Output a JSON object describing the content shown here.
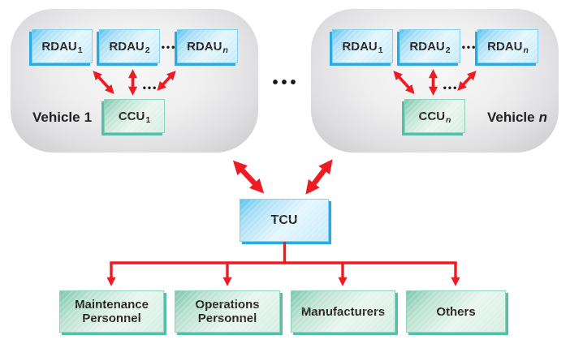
{
  "vehicles": [
    {
      "label_base": "Vehicle",
      "label_num": "1",
      "rdau": [
        {
          "base": "RDAU",
          "sub": "1"
        },
        {
          "base": "RDAU",
          "sub": "2"
        },
        {
          "base": "RDAU",
          "sub": "n"
        }
      ],
      "row_dots": "•••",
      "link_dots": "•••",
      "ccu": {
        "base": "CCU",
        "sub": "1"
      }
    },
    {
      "label_base": "Vehicle",
      "label_num": "n",
      "rdau": [
        {
          "base": "RDAU",
          "sub": "1"
        },
        {
          "base": "RDAU",
          "sub": "2"
        },
        {
          "base": "RDAU",
          "sub": "n"
        }
      ],
      "row_dots": "•••",
      "link_dots": "•••",
      "ccu": {
        "base": "CCU",
        "sub": "n"
      }
    }
  ],
  "separator_dots": "•••",
  "tcu": {
    "label": "TCU"
  },
  "destinations": [
    {
      "line1": "Maintenance",
      "line2": "Personnel"
    },
    {
      "line1": "Operations",
      "line2": "Personnel"
    },
    {
      "line1": "Manufacturers",
      "line2": ""
    },
    {
      "line1": "Others",
      "line2": ""
    }
  ],
  "colors": {
    "arrow_red": "#ED1C24",
    "blue_box_edge": "#29ABE2",
    "green_box_edge": "#56C0A7",
    "vehicle_gray": "#C9C9CB",
    "text": "#231F20"
  }
}
